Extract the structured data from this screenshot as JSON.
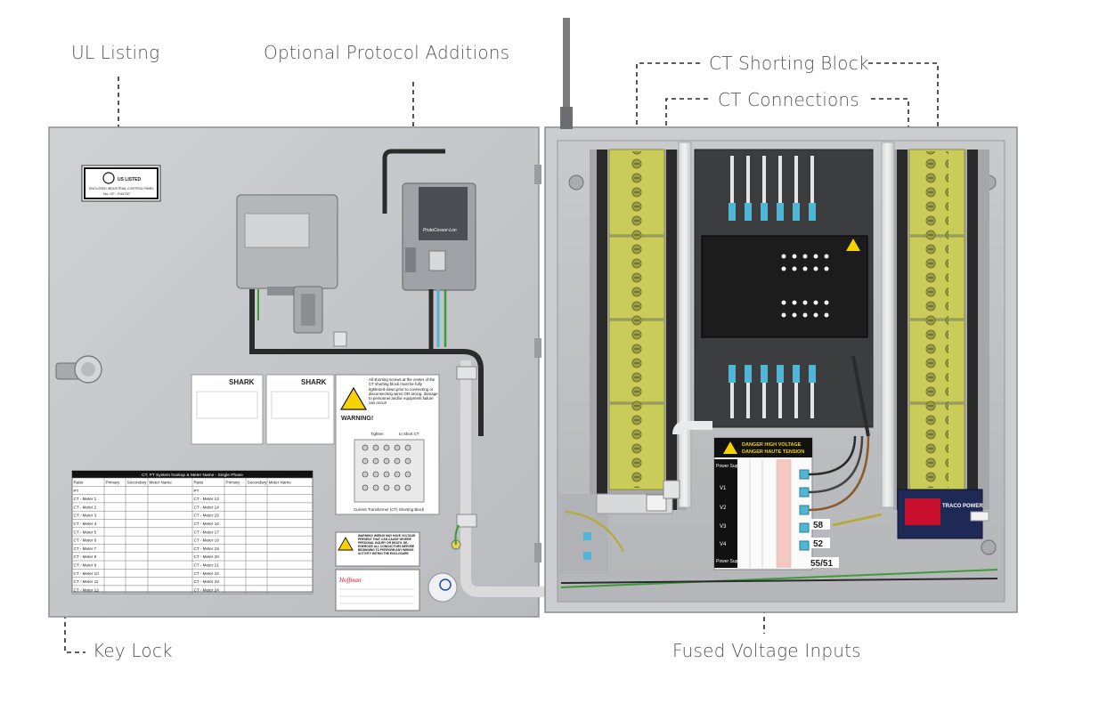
{
  "callouts": {
    "ul_listing": "UL Listing",
    "optional_protocol": "Optional Protocol Additions",
    "ct_shorting_block": "CT Shorting Block",
    "ct_connections": "CT Connections",
    "key_lock": "Key Lock",
    "fused_voltage_inputs": "Fused Voltage Inputs"
  },
  "door": {
    "ul_label": {
      "listed": "US LISTED",
      "line1": "ENCLOSED INDUSTRIAL CONTROL PANEL",
      "line2": "No. CF - E44767"
    },
    "gateway_label": "ProtoCessor-Lon",
    "shark_label_1": "SHARK",
    "shark_label_2": "SHARK",
    "warning_title": "WARNING!",
    "warning_text": "All shorting screws at the center of the CT shorting block must be fully tightened down prior to connecting or disconnecting wires OR arcing, damage to personnel and/or equipment failure can occur!",
    "tighten_label": "Tighten",
    "short_ct_label": "to Short CT",
    "ct_block_caption": "Current Transformer (CT) Shorting Block",
    "hazard_text": "WARNING! WIRING MAY HAVE VOLTAGE PRESENT THAT CAN CAUSE SEVERE PERSONAL INJURY OR DEATH. DE-ENERGIZE ALL CONDUCTORS BEFORE BEGINNING TO PERFORM ANY WIRING ACTIVITY WITHIN THE ENCLOSURE",
    "table": {
      "title": "CT, PT System hookup & Meter Name - Single Phase",
      "headers": [
        "Ratio",
        "Primary",
        "Secondary",
        "Meter Name",
        "Ratio",
        "Primary",
        "Secondary",
        "Meter Name"
      ],
      "left_rows": [
        "PT",
        "CT - Meter 1",
        "CT - Meter 2",
        "CT - Meter 3",
        "CT - Meter 4",
        "CT - Meter 5",
        "CT - Meter 6",
        "CT - Meter 7",
        "CT - Meter 8",
        "CT - Meter 9",
        "CT - Meter 10",
        "CT - Meter 11",
        "CT - Meter 12"
      ],
      "right_rows": [
        "PT",
        "CT - Meter 13",
        "CT - Meter 14",
        "CT - Meter 15",
        "CT - Meter 16",
        "CT - Meter 17",
        "CT - Meter 18",
        "CT - Meter 19",
        "CT - Meter 20",
        "CT - Meter 21",
        "CT - Meter 22",
        "CT - Meter 23",
        "CT - Meter 24"
      ]
    }
  },
  "panel": {
    "danger_line1": "DANGER HIGH VOLTAGE",
    "danger_line2": "DANGER HAUTE TENSION",
    "fuse_labels": [
      "Power Supply L(+)",
      "V1",
      "V2",
      "V3",
      "V4",
      "Power Supply N(-)"
    ],
    "terminal_numbers": [
      "58",
      "52",
      "55/51"
    ],
    "psu_brand": "TRACO POWER"
  },
  "colors": {
    "terminal_yellow": "#c9cc58",
    "door_gray": "#c4c6c9",
    "panel_gray": "#bfc1c3",
    "meter_black": "#1c1c1c",
    "psu_red": "#c8102e",
    "wire_blue": "#4fb6d6",
    "dashed_line": "#2a2a2a"
  }
}
